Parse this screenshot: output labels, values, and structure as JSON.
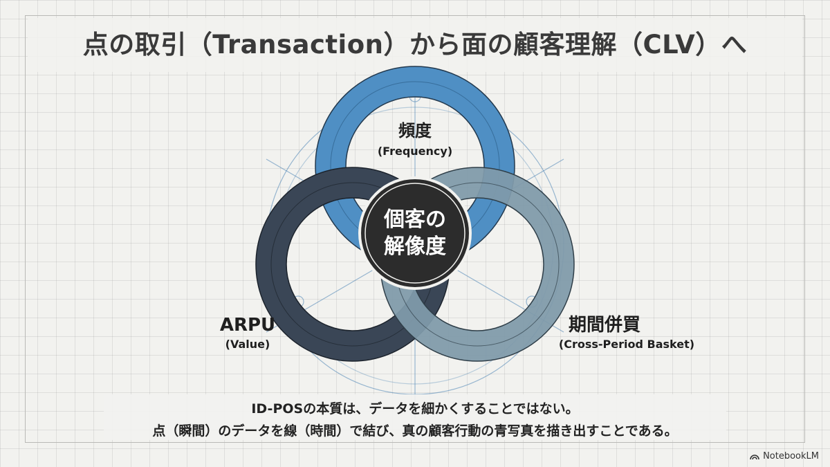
{
  "title": "点の取引（Transaction）から面の顧客理解（CLV）へ",
  "diagram": {
    "center": {
      "line1": "個客の",
      "line2": "解像度"
    },
    "rings": [
      {
        "label": "頻度",
        "sublabel": "(Frequency)",
        "color": "#4f8fc4"
      },
      {
        "label": "ARPU",
        "sublabel": "(Value)",
        "color": "#3a4656"
      },
      {
        "label": "期間併買",
        "sublabel": "(Cross-Period Basket)",
        "color": "#7f9aaa"
      }
    ]
  },
  "caption": {
    "line1": "ID-POSの本質は、データを細かくすることではない。",
    "line2": "点（瞬間）のデータを線（時間）で結び、真の顧客行動の青写真を描き出すことである。"
  },
  "watermark": "NotebookLM"
}
